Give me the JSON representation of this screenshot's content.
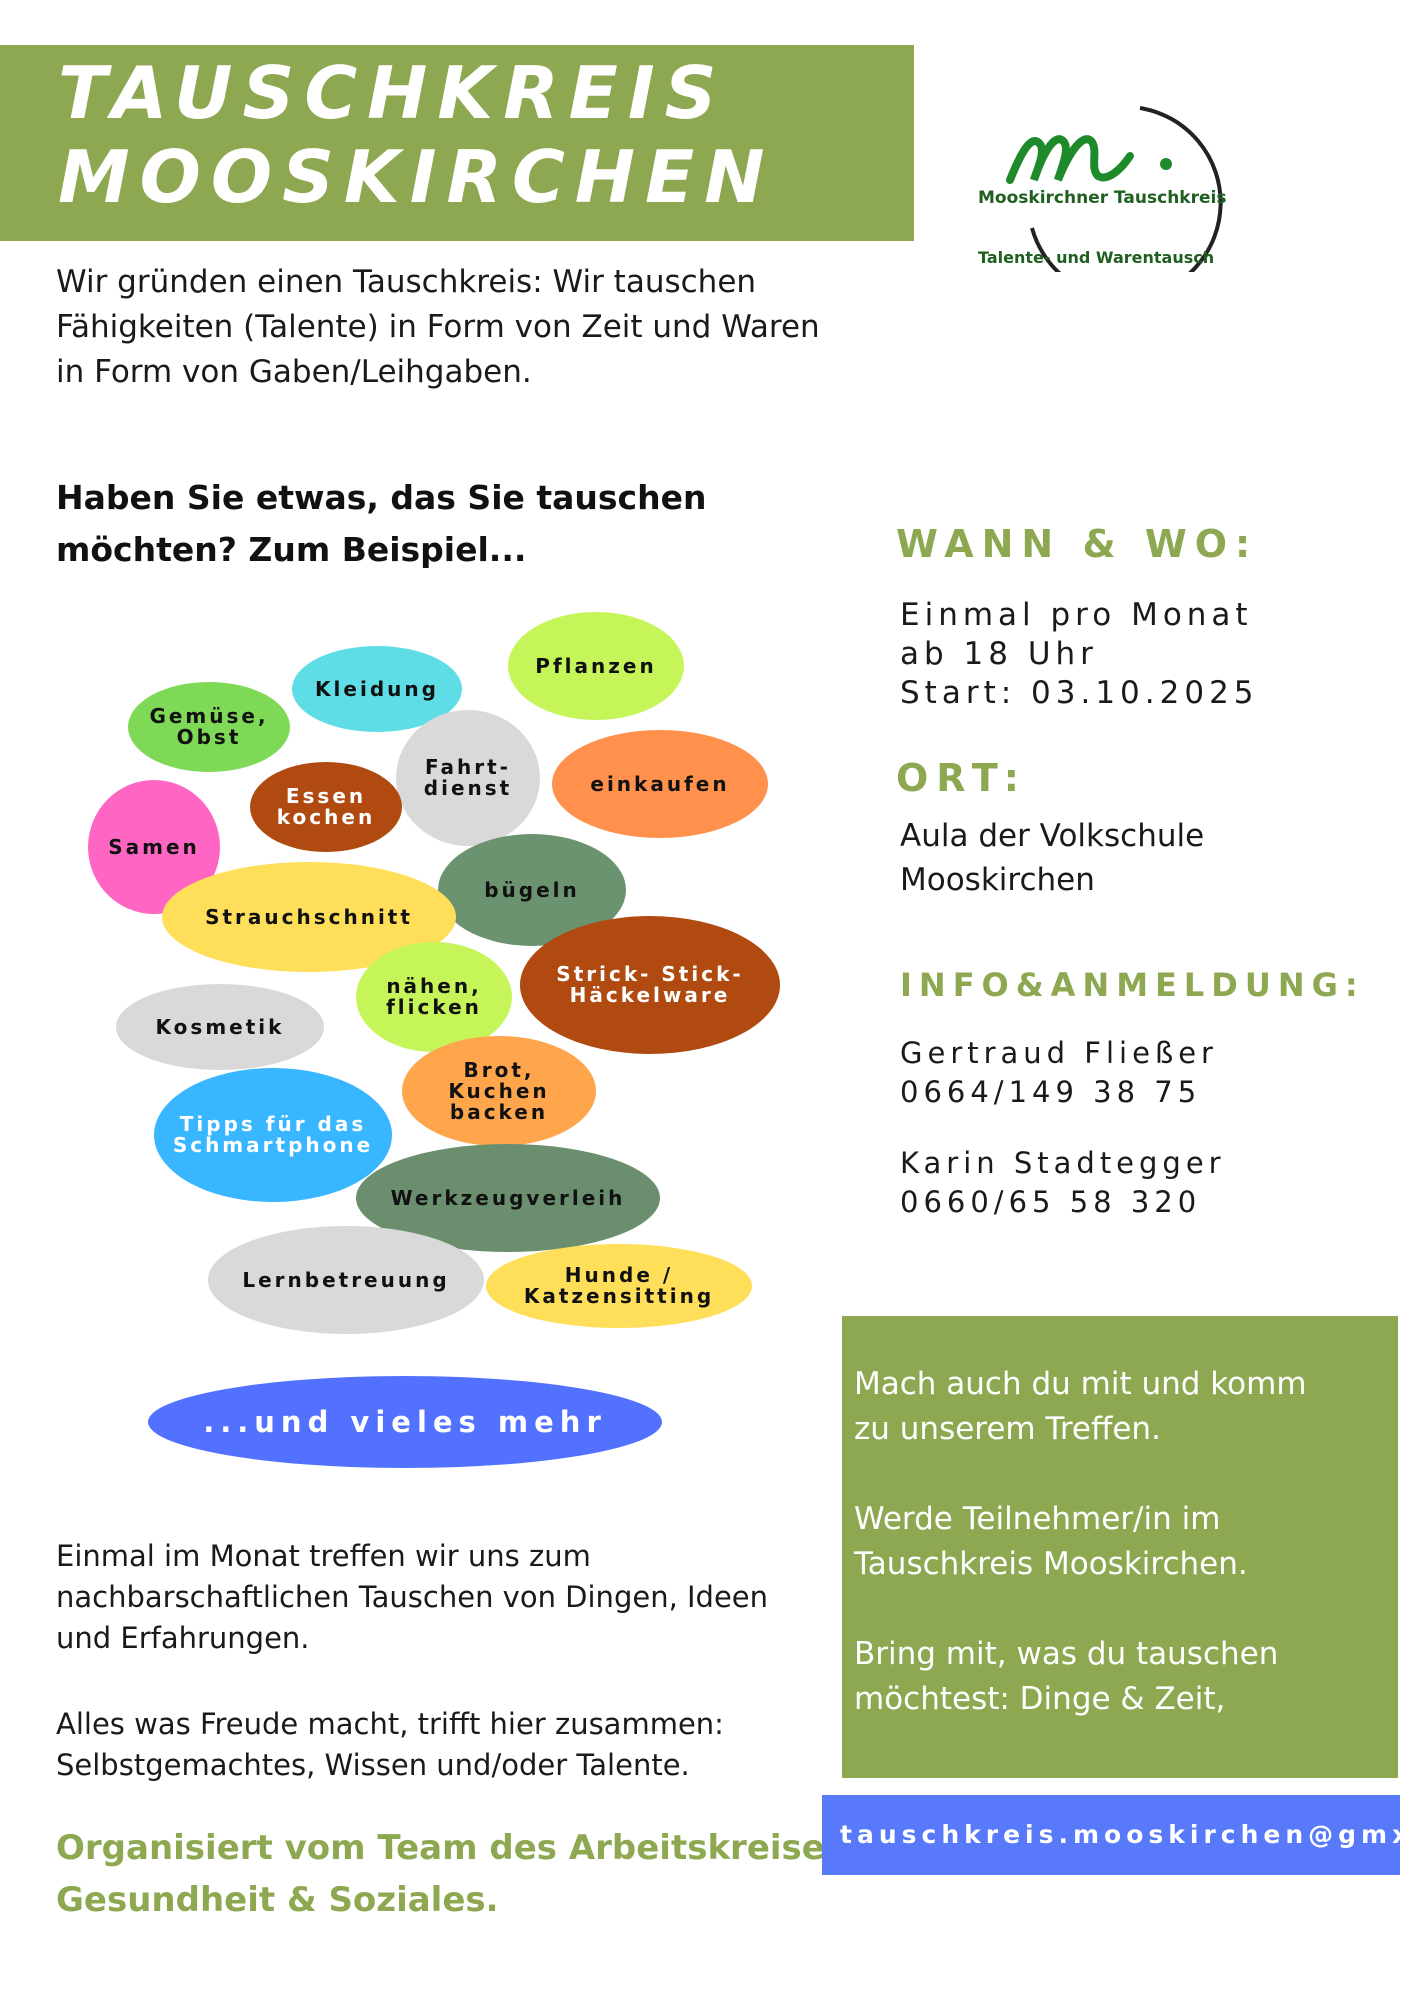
{
  "header": {
    "title_line1": "TAUSCHKREIS",
    "title_line2": "MOOSKIRCHEN",
    "brand_color": "#8da850"
  },
  "logo": {
    "mark": "m.",
    "name": "Mooskirchner Tauschkreis",
    "tagline": "Talente- und Warentausch"
  },
  "intro": {
    "line1": "Wir gründen einen Tauschkreis: Wir tauschen",
    "line2": "Fähigkeiten (Talente) in Form von Zeit und Waren",
    "line3": "in Form von Gaben/Leihgaben."
  },
  "question": {
    "line1": "Haben Sie etwas, das Sie tauschen",
    "line2": "möchten? Zum Beispiel..."
  },
  "bubbles": [
    {
      "lines": [
        "Pflanzen"
      ],
      "color": "#c6f55a"
    },
    {
      "lines": [
        "Kleidung"
      ],
      "color": "#5fdde6"
    },
    {
      "lines": [
        "Gemüse,",
        "Obst"
      ],
      "color": "#7ed957"
    },
    {
      "lines": [
        "Fahrt-",
        "dienst"
      ],
      "color": "#d9d9d9"
    },
    {
      "lines": [
        "einkaufen"
      ],
      "color": "#ff914d"
    },
    {
      "lines": [
        "Essen",
        "kochen"
      ],
      "color": "#b04a10"
    },
    {
      "lines": [
        "Samen"
      ],
      "color": "#ff66c4"
    },
    {
      "lines": [
        "bügeln"
      ],
      "color": "#6b9370"
    },
    {
      "lines": [
        "Strauchschnitt"
      ],
      "color": "#ffde59"
    },
    {
      "lines": [
        "Strick- Stick-",
        "Häckelware"
      ],
      "color": "#b04a10"
    },
    {
      "lines": [
        "nähen,",
        "flicken"
      ],
      "color": "#c6f55a"
    },
    {
      "lines": [
        "Kosmetik"
      ],
      "color": "#d9d9d9"
    },
    {
      "lines": [
        "Brot,",
        "Kuchen",
        "backen"
      ],
      "color": "#ffa64d"
    },
    {
      "lines": [
        "Tipps für das",
        "Schmartphone"
      ],
      "color": "#38b6ff"
    },
    {
      "lines": [
        "Werkzeugverleih"
      ],
      "color": "#6b8f6e"
    },
    {
      "lines": [
        "Lernbetreuung"
      ],
      "color": "#d9d9d9"
    },
    {
      "lines": [
        "Hunde /",
        "Katzensitting"
      ],
      "color": "#ffde59"
    },
    {
      "lines": [
        "...und vieles mehr"
      ],
      "color": "#5271ff"
    }
  ],
  "when_where": {
    "heading": "WANN & WO:",
    "line1": "Einmal pro Monat",
    "line2": "ab 18 Uhr",
    "line3": "Start: 03.10.2025"
  },
  "place": {
    "heading": "ORT:",
    "line1": "Aula der Volkschule",
    "line2": "Mooskirchen"
  },
  "info": {
    "heading": "INFO&ANMELDUNG:",
    "contact1_name": "Gertraud Fließer",
    "contact1_phone": "0664/149 38 75",
    "contact2_name": "Karin Stadtegger",
    "contact2_phone": "0660/65 58 320"
  },
  "bottom": {
    "p1_line1": "Einmal im Monat treffen wir uns zum",
    "p1_line2": "nachbarschaftlichen Tauschen von Dingen, Ideen",
    "p1_line3": "und Erfahrungen.",
    "p2_line1": "Alles was Freude macht, trifft hier zusammen:",
    "p2_line2": "Selbstgemachtes, Wissen und/oder Talente.",
    "org_line1": "Organisiert vom Team des Arbeitskreises",
    "org_line2": "Gesundheit & Soziales."
  },
  "callout": {
    "p1_line1": "Mach auch du mit und komm",
    "p1_line2": "zu unserem Treffen.",
    "p2_line1": "Werde Teilnehmer/in im",
    "p2_line2": "Tauschkreis Mooskirchen.",
    "p3_line1": "Bring mit, was du tauschen",
    "p3_line2": "möchtest: Dinge & Zeit,"
  },
  "email": "tauschkreis.mooskirchen@gmx.at"
}
